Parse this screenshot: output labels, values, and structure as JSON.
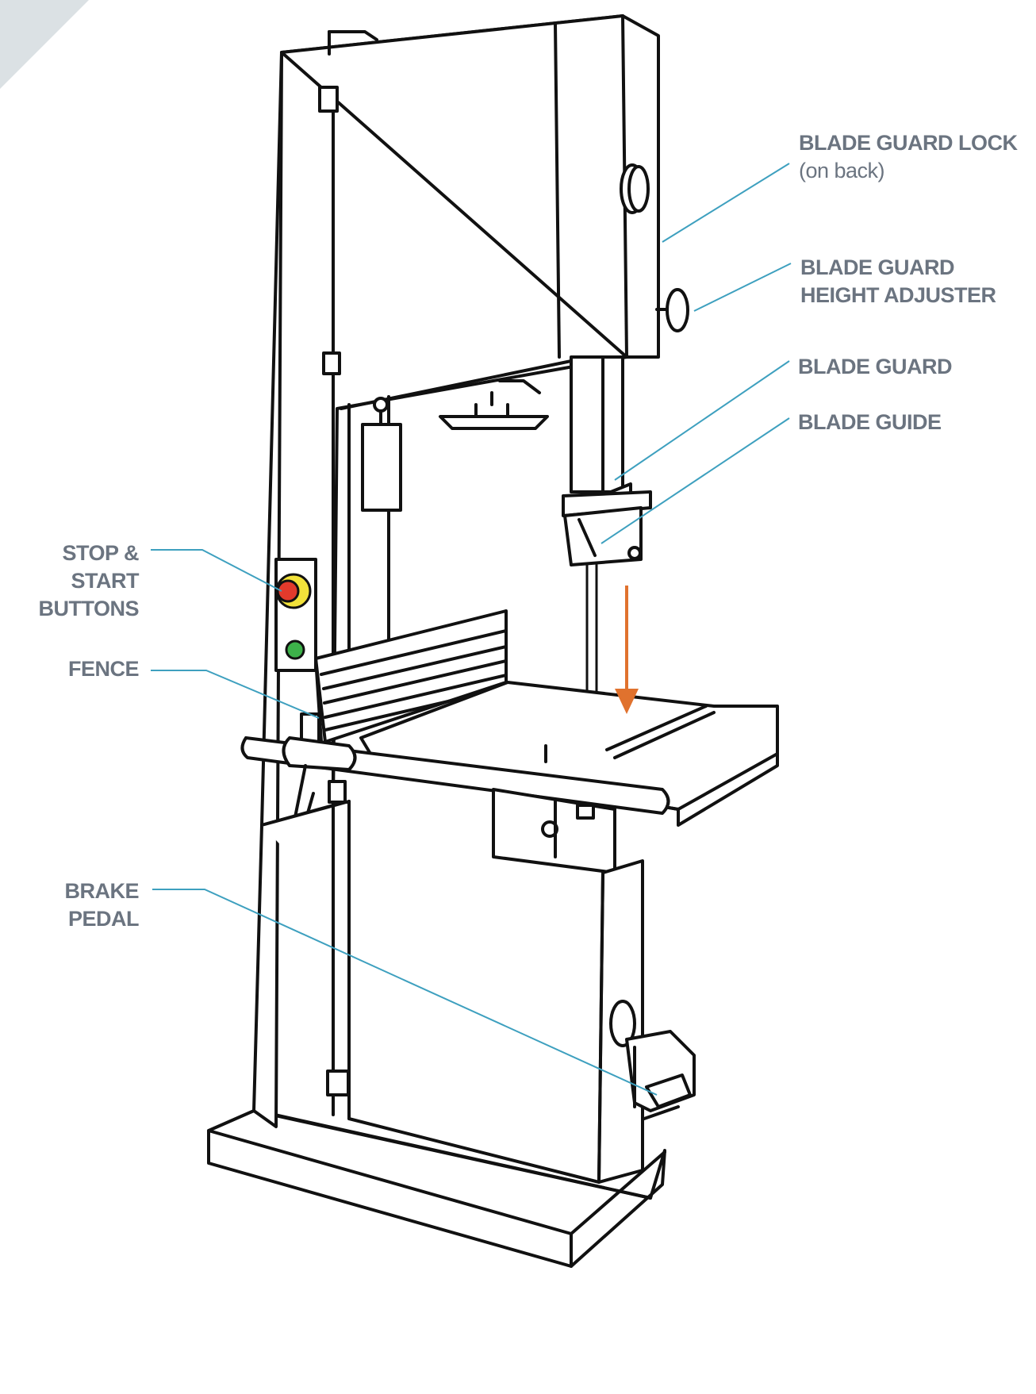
{
  "diagram": {
    "title": "Band saw parts",
    "colors": {
      "line": "#111111",
      "leader": "#3ea0bf",
      "label": "#6b7480",
      "arrow": "#e0722e",
      "corner": "#dbe1e4",
      "stop_button": "#e23a2c",
      "stop_ring": "#f2e23a",
      "start_button": "#3db24a"
    },
    "labels": {
      "blade_guard_lock": {
        "line1": "BLADE GUARD LOCK",
        "line2": "(on back)"
      },
      "blade_guard_height_adjuster": {
        "line1": "BLADE GUARD",
        "line2": "HEIGHT ADJUSTER"
      },
      "blade_guard": {
        "line1": "BLADE GUARD"
      },
      "blade_guide": {
        "line1": "BLADE GUIDE"
      },
      "stop_start_buttons": {
        "line1": "STOP &",
        "line2": "START",
        "line3": "BUTTONS"
      },
      "fence": {
        "line1": "FENCE"
      },
      "brake_pedal": {
        "line1": "BRAKE",
        "line2": "PEDAL"
      }
    }
  }
}
